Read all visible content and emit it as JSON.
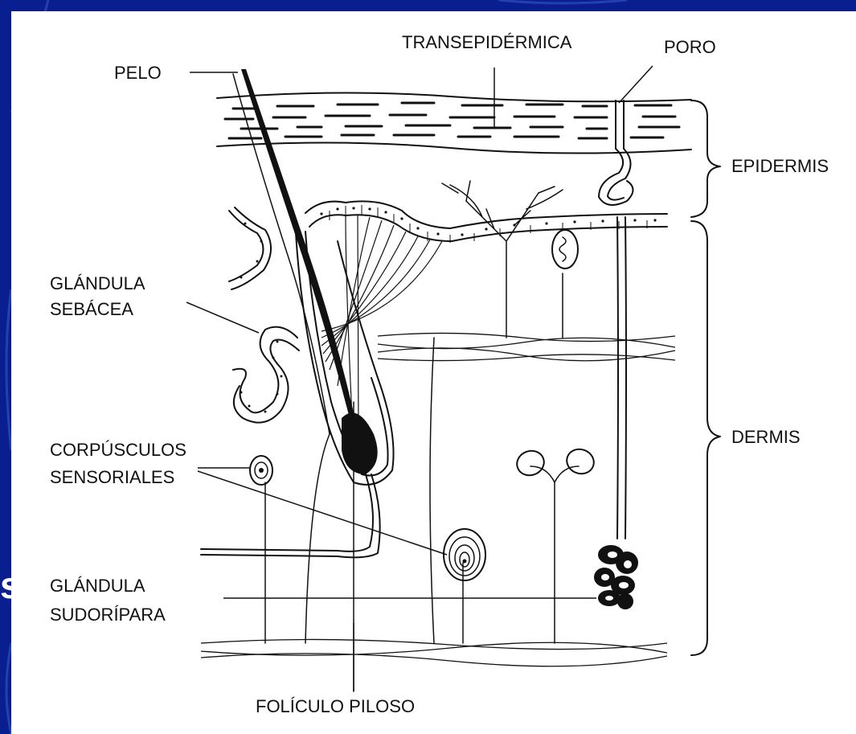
{
  "slide": {
    "background_color": "#0a1f8f",
    "panel_color": "#ffffff",
    "stray_text": "s"
  },
  "diagram": {
    "labels": {
      "transepidermica": "TRANSEPIDÉRMICA",
      "poro": "PORO",
      "pelo": "PELO",
      "epidermis": "EPIDERMIS",
      "glandula_sebacea_line1": "GLÁNDULA",
      "glandula_sebacea_line2": "SEBÁCEA",
      "dermis": "DERMIS",
      "corpusculos_line1": "CORPÚSCULOS",
      "corpusculos_line2": "SENSORIALES",
      "glandula_sudoripara_line1": "GLÁNDULA",
      "glandula_sudoripara_line2": "SUDORÍPARA",
      "foliculo_piloso": "FOLÍCULO PILOSO"
    }
  }
}
